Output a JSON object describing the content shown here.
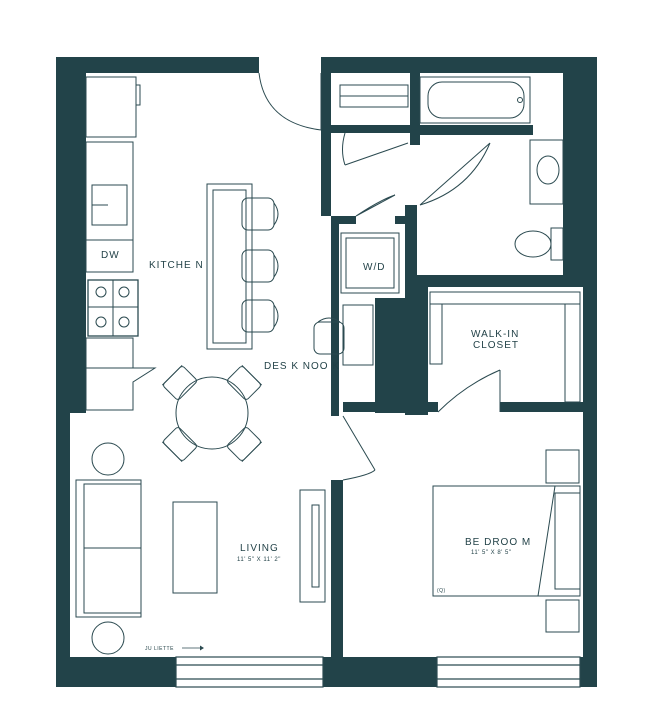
{
  "colors": {
    "wall": "#224349",
    "line": "#2b4a50",
    "background": "#ffffff"
  },
  "rooms": {
    "kitchen": "KITCHE N",
    "dw": "DW",
    "wd": "W/D",
    "desk_nook": "DES K NOO K",
    "walk_in_closet_line1": "WALK-IN",
    "walk_in_closet_line2": "CLOSET",
    "living": "LIVING",
    "living_dims": "11' 5\" X 11' 2\"",
    "bedroom": "BE DROO M",
    "bedroom_dims": "11' 5\" X 8' 5\"",
    "bedroom_note": "(Q)",
    "juliette": "JU LIETTE"
  }
}
